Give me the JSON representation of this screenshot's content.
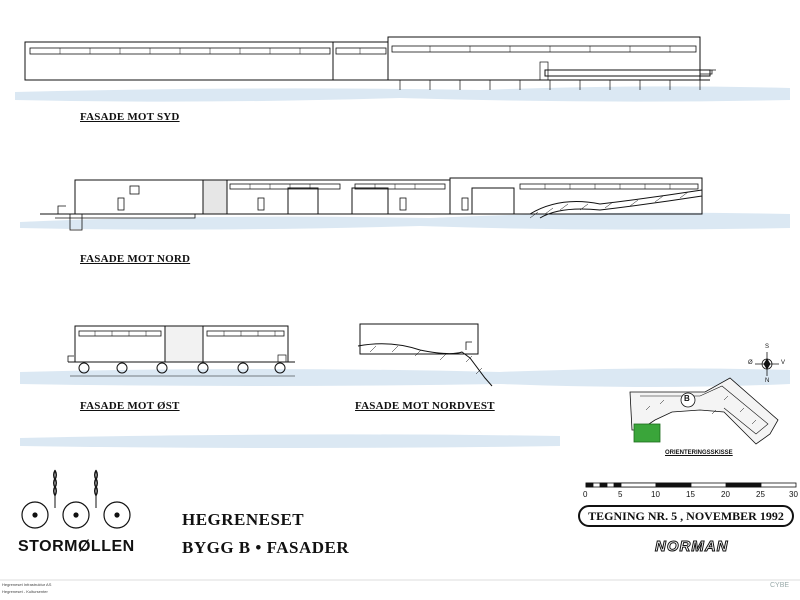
{
  "facades": {
    "south": "FASADE MOT SYD",
    "north": "FASADE MOT NORD",
    "east": "FASADE MOT ØST",
    "northwest": "FASADE MOT NORDVEST"
  },
  "title": {
    "line1": "HEGRENESET",
    "line2": "BYGG B  •  FASADER"
  },
  "logo": {
    "text": "STORMØLLEN"
  },
  "drawing_info": {
    "tegning": "TEGNING NR. 5 , NOVEMBER 1992"
  },
  "firm": {
    "name": "NORMAN"
  },
  "orientation": {
    "label": "ORIENTERINGSSKISSE",
    "building_marker": "B",
    "compass": {
      "top": "S",
      "left": "Ø",
      "right": "V",
      "bottom": "N"
    }
  },
  "scale": {
    "ticks": [
      "0",
      "5",
      "10",
      "15",
      "20",
      "25",
      "30"
    ]
  },
  "footer": {
    "line1": "Hegreneset Infrastruktur AS",
    "line2": "Hegreneset - Kultursenter",
    "watermark": "CYBE"
  }
}
